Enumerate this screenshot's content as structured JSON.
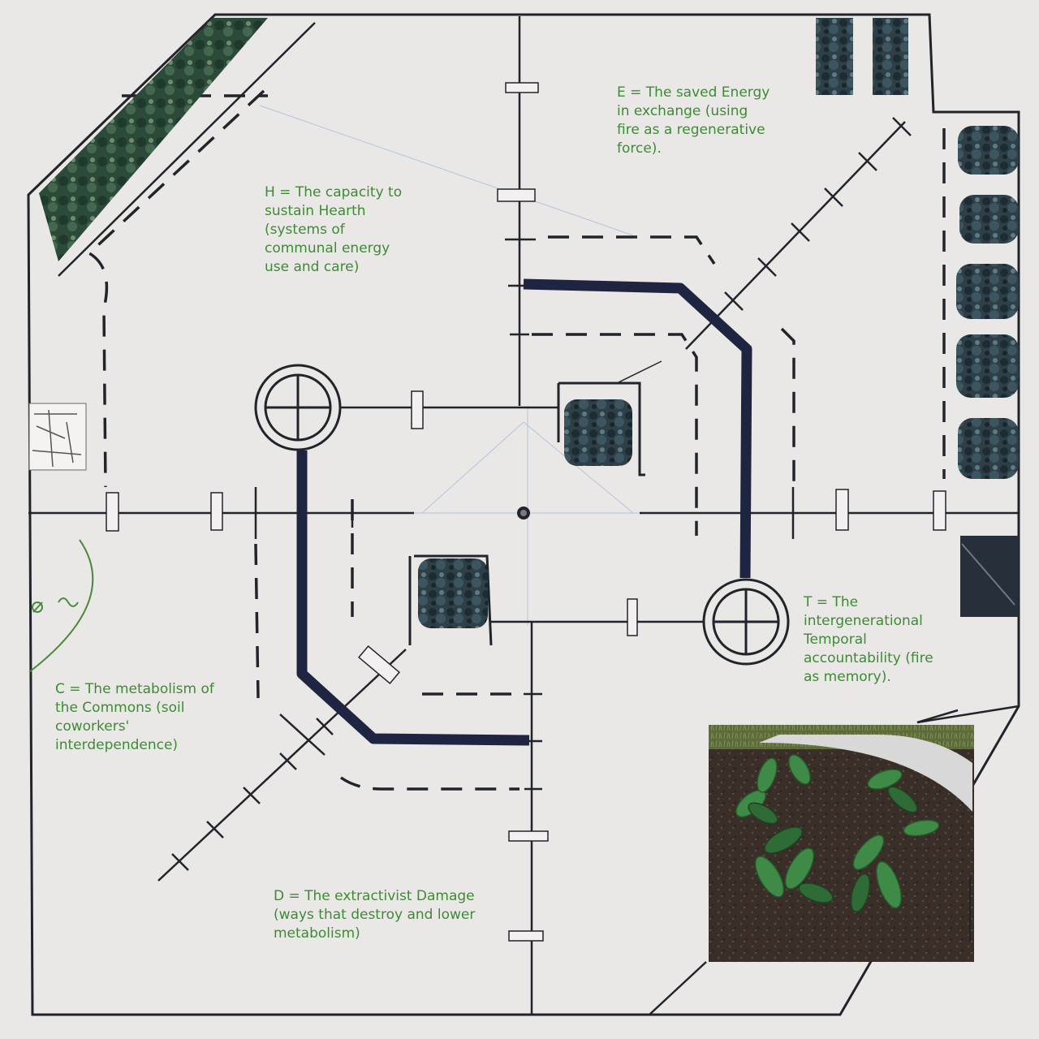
{
  "annotations": {
    "h": "H = The capacity to\nsustain Hearth\n(systems of\ncommunal energy\nuse and care)",
    "e": "E = The saved Energy\nin exchange  (using\nfire as a regenerative\nforce).",
    "t": "T = The\nintergenerational\nTemporal\naccountability (fire\nas memory).",
    "c": "C = The metabolism of\nthe Commons (soil\ncoworkers'\ninterdependence)",
    "d": "D = The extractivist Damage\n(ways that destroy and lower\nmetabolism)"
  },
  "colors": {
    "background": "#e9e8e6",
    "linework": "#23232b",
    "fire_channel": "#1f2540",
    "label_text": "#3f8a35",
    "vegetation": "#2e4a3c",
    "soil": "#3a2f28",
    "guide_lines": "#9fb4dc"
  }
}
